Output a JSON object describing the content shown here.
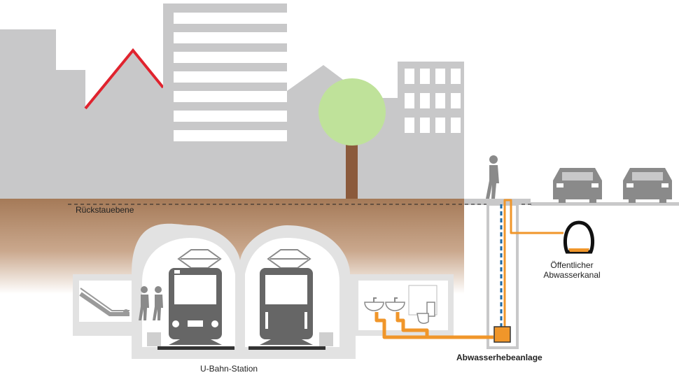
{
  "labels": {
    "backflow_level": "Rückstauebene",
    "station": "U-Bahn-Station",
    "public_sewer_line1": "Öffentlicher",
    "public_sewer_line2": "Abwasserkanal",
    "pumping_station": "Abwasserhebeanlage"
  },
  "colors": {
    "building": "#c8c8c9",
    "soil_top": "#a57a58",
    "tunnel_wall": "#e2e2e2",
    "train": "#666666",
    "pipe": "#f0962a",
    "water_line": "#1f6aa5",
    "roof_line": "#e0232e",
    "tree_crown": "#bfe29a",
    "tree_trunk": "#8b5a3c"
  }
}
